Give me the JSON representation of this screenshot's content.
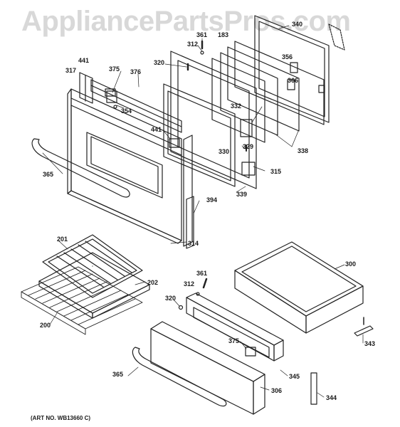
{
  "watermark": "AppliancePartsPros.com",
  "art_number": "(ART NO. WB13660 C)",
  "callouts": [
    "340",
    "361",
    "183",
    "312",
    "356",
    "441",
    "375",
    "376",
    "320",
    "366",
    "317",
    "354",
    "332",
    "441",
    "329",
    "330",
    "315",
    "338",
    "365",
    "394",
    "339",
    "314",
    "201",
    "202",
    "361",
    "300",
    "312",
    "320",
    "200",
    "375",
    "343",
    "345",
    "365",
    "306",
    "344"
  ]
}
